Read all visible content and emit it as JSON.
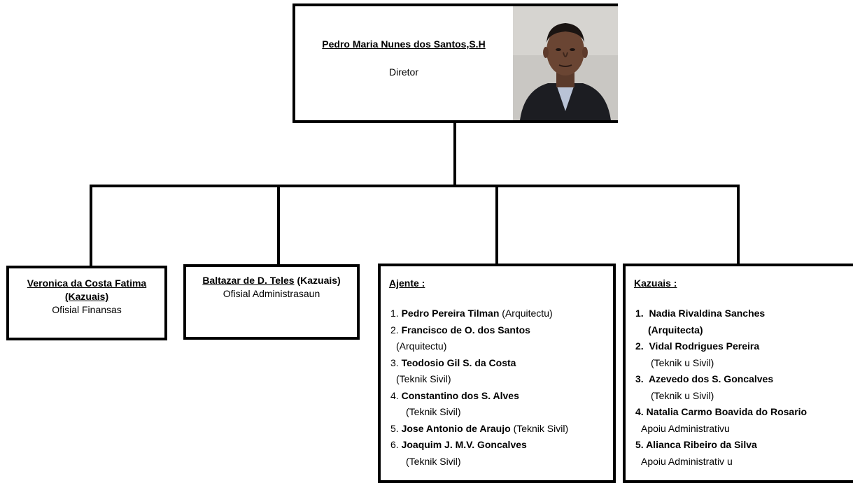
{
  "director": {
    "name": "Pedro Maria  Nunes dos Santos,S.H",
    "role": "Diretor"
  },
  "finance": {
    "name": "Veronica da  Costa Fatima",
    "status": "(Kazuais)",
    "role": "Ofisial Finansas"
  },
  "admin": {
    "name": "Baltazar de D. Teles",
    "status": "(Kazuais)",
    "role": "Ofisial Administrasaun"
  },
  "ajente": {
    "heading": "Ajente :",
    "items": [
      {
        "num": "1.",
        "name": "Pedro Pereira Tilman",
        "role": "(Arquitectu)"
      },
      {
        "num": "2.",
        "name": "Francisco de O. dos Santos",
        "role": "(Arquitectu)"
      },
      {
        "num": "3.",
        "name": "Teodosio  Gil S. da Costa",
        "role": "(Teknik  Sivil)"
      },
      {
        "num": "4.",
        "name": "Constantino  dos S. Alves",
        "role": "(Teknik Sivil)"
      },
      {
        "num": "5.",
        "name": "Jose Antonio de Araujo",
        "role": "(Teknik Sivil)"
      },
      {
        "num": "6.",
        "name": "Joaquim J. M.V. Goncalves",
        "role": "(Teknik Sivil)"
      }
    ]
  },
  "kazuais": {
    "heading": "Kazuais :",
    "items": [
      {
        "num": "1.",
        "name": "Nadia Rivaldina Sanches",
        "role": "(Arquitecta)"
      },
      {
        "num": "2.",
        "name": "Vidal Rodrigues Pereira",
        "role": "(Teknik u Sivil)"
      },
      {
        "num": "3.",
        "name": "Azevedo dos S. Goncalves",
        "role": "(Teknik u Sivil)"
      },
      {
        "num": "4.",
        "name": "Natalia Carmo Boavida do Rosario",
        "role": "Apoiu Administrativu"
      },
      {
        "num": "5.",
        "name": "Alianca Ribeiro da Silva",
        "role": "Apoiu Administrativ u"
      }
    ]
  }
}
